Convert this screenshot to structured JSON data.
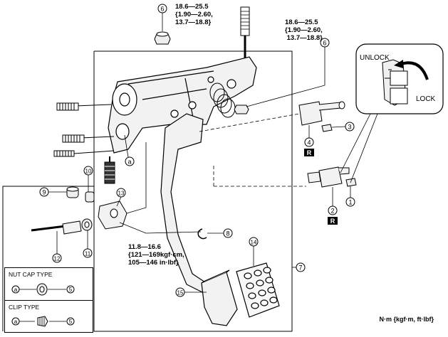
{
  "torque": {
    "top": "18.6—25.5\n{1.90—2.60,\n13.7—18.8}",
    "right": "18.6—25.5\n{1.90—2.60,\n 13.7—18.8}",
    "bottom": "11.8—16.6\n{121—169kgf·cm,\n105—146 in·lbf}"
  },
  "lock_diagram": {
    "unlock": "UNLOCK",
    "lock": "LOCK"
  },
  "callouts": {
    "c1": "1",
    "c2": "2",
    "c3": "3",
    "c4": "4",
    "c5": "5",
    "c6": "6",
    "c7": "7",
    "c8": "8",
    "c9": "9",
    "c10": "10",
    "c11": "11",
    "c12": "12",
    "c13": "13",
    "c14": "14",
    "c15": "15",
    "ca": "a"
  },
  "replace_marker": "R",
  "legend": {
    "nut_cap": {
      "title": "NUT CAP TYPE",
      "ref": "a",
      "num": "5"
    },
    "clip": {
      "title": "CLIP TYPE",
      "ref": "a",
      "num": "5"
    }
  },
  "units": "N·m  {kgf·m,  ft·lbf}"
}
